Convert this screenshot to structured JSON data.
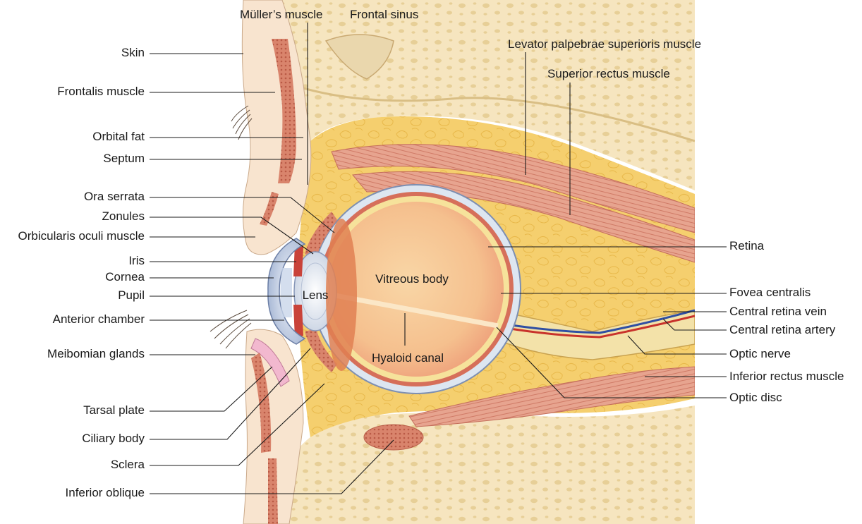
{
  "colors": {
    "bone": "#f6e5bf",
    "bone_pore": "#e8d09a",
    "fat": "#f5cf6e",
    "fat_cell": "#efbf4e",
    "muscle": "#e49a86",
    "muscle_stripe": "#c86a57",
    "skin": "#f8e4cf",
    "retina": "#f2b99a",
    "vitreous": "#f7c89a",
    "sclera": "#dde6f1",
    "lens": "#e7ecf4",
    "nerve": "#f3e2a9",
    "vein": "#2f4fa3",
    "artery": "#c8322b"
  },
  "icons": {
    "eyelashes": "eyelash-icon"
  },
  "labels": {
    "muller_muscle": "Müller’s muscle",
    "frontal_sinus": "Frontal sinus",
    "levator": "Levator palpebrae superioris muscle",
    "superior_rectus": "Superior rectus muscle",
    "skin": "Skin",
    "frontalis": "Frontalis muscle",
    "orbital_fat": "Orbital fat",
    "septum": "Septum",
    "ora_serrata": "Ora serrata",
    "zonules": "Zonules",
    "orbicularis": "Orbicularis oculi muscle",
    "iris": "Iris",
    "cornea": "Cornea",
    "pupil": "Pupil",
    "anterior_chamber": "Anterior chamber",
    "meibomian": "Meibomian glands",
    "tarsal_plate": "Tarsal plate",
    "ciliary_body": "Ciliary body",
    "sclera": "Sclera",
    "inferior_oblique": "Inferior oblique",
    "lens": "Lens",
    "vitreous_body": "Vitreous body",
    "hyaloid_canal": "Hyaloid canal",
    "retina": "Retina",
    "fovea": "Fovea centralis",
    "central_vein": "Central retina vein",
    "central_artery": "Central retina artery",
    "optic_nerve": "Optic nerve",
    "inferior_rectus": "Inferior rectus muscle",
    "optic_disc": "Optic disc"
  }
}
